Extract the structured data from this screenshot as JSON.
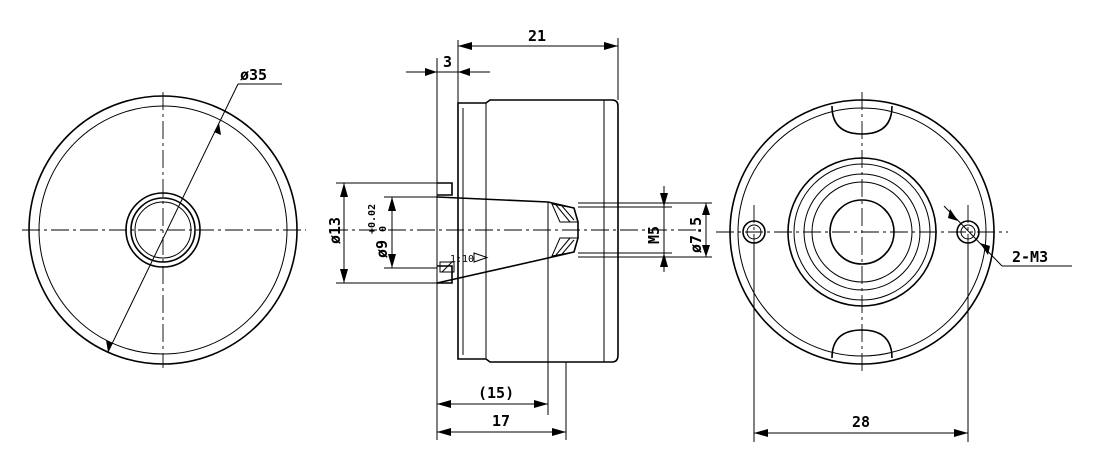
{
  "dimensions": {
    "front_diameter": "ø35",
    "overall_length": "21",
    "flange_thickness": "3",
    "bore_outer_diameter": "ø13",
    "bore_diameter": "ø9",
    "tolerance_upper": "+0.02",
    "tolerance_lower": "0",
    "thread": "M5",
    "tip_diameter": "ø7.5",
    "bore_length": "(15)",
    "body_length": "17",
    "taper": "1:10",
    "hole_spacing": "28",
    "mounting_holes": "2-M3"
  }
}
